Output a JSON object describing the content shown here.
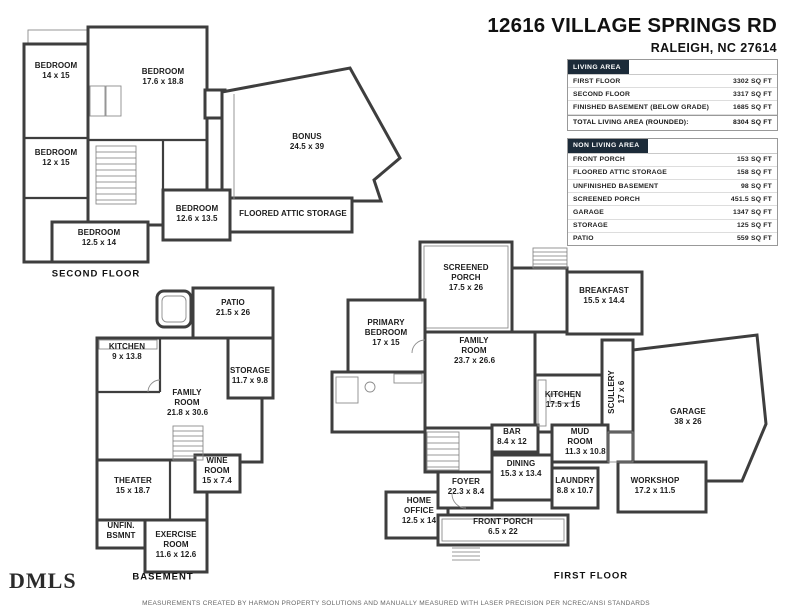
{
  "header": {
    "title": "12616 VILLAGE SPRINGS RD",
    "subtitle": "RALEIGH, NC 27614"
  },
  "colors": {
    "wall": "#3E3E3E",
    "table_header_bg": "#1C2B39"
  },
  "tables": {
    "living": {
      "title": "LIVING AREA",
      "rows": [
        {
          "label": "FIRST FLOOR",
          "value": "3302 SQ FT"
        },
        {
          "label": "SECOND FLOOR",
          "value": "3317 SQ FT"
        },
        {
          "label": "FINISHED BASEMENT (BELOW GRADE)",
          "value": "1685 SQ FT"
        }
      ],
      "total_label": "TOTAL LIVING AREA (ROUNDED):",
      "total_value": "8304 SQ FT"
    },
    "non_living": {
      "title": "NON LIVING AREA",
      "rows": [
        {
          "label": "FRONT PORCH",
          "value": "153 SQ FT"
        },
        {
          "label": "FLOORED ATTIC STORAGE",
          "value": "158 SQ FT"
        },
        {
          "label": "UNFINISHED BASEMENT",
          "value": "98 SQ FT"
        },
        {
          "label": "SCREENED PORCH",
          "value": "451.5 SQ FT"
        },
        {
          "label": "GARAGE",
          "value": "1347 SQ FT"
        },
        {
          "label": "STORAGE",
          "value": "125 SQ FT"
        },
        {
          "label": "PATIO",
          "value": "559 SQ FT"
        }
      ]
    }
  },
  "floors": {
    "second": {
      "label": "SECOND FLOOR",
      "rooms": {
        "b1": {
          "name": "BEDROOM",
          "dims": "14 x 15"
        },
        "b2": {
          "name": "BEDROOM",
          "dims": "17.6 x 18.8"
        },
        "b3": {
          "name": "BEDROOM",
          "dims": "12 x 15"
        },
        "b4": {
          "name": "BEDROOM",
          "dims": "12.6 x 13.5"
        },
        "b5": {
          "name": "BEDROOM",
          "dims": "12.5 x 14"
        },
        "bonus": {
          "name": "BONUS",
          "dims": "24.5 x 39"
        },
        "attic": {
          "name": "FLOORED ATTIC STORAGE"
        }
      }
    },
    "basement": {
      "label": "BASEMENT",
      "rooms": {
        "patio": {
          "name": "PATIO",
          "dims": "21.5 x 26"
        },
        "kitchen": {
          "name": "KITCHEN",
          "dims": "9 x 13.8"
        },
        "storage": {
          "name": "STORAGE",
          "dims": "11.7 x 9.8"
        },
        "family": {
          "name": "FAMILY ROOM",
          "dims": "21.8 x 30.6"
        },
        "wine": {
          "name": "WINE ROOM",
          "dims": "15 x 7.4"
        },
        "theater": {
          "name": "THEATER",
          "dims": "15 x 18.7"
        },
        "unfinished": {
          "name": "UNFIN. BSMNT"
        },
        "exercise": {
          "name": "EXERCISE ROOM",
          "dims": "11.6 x 12.6"
        }
      }
    },
    "first": {
      "label": "FIRST FLOOR",
      "rooms": {
        "screened_porch": {
          "name": "SCREENED PORCH",
          "dims": "17.5 x 26"
        },
        "breakfast": {
          "name": "BREAKFAST",
          "dims": "15.5 x 14.4"
        },
        "primary": {
          "name": "PRIMARY BEDROOM",
          "dims": "17 x 15"
        },
        "family": {
          "name": "FAMILY ROOM",
          "dims": "23.7 x 26.6"
        },
        "kitchen": {
          "name": "KITCHEN",
          "dims": "17.5 x 15"
        },
        "scullery": {
          "name": "SCULLERY",
          "dims": "17 x 6"
        },
        "garage": {
          "name": "GARAGE",
          "dims": "38 x 26"
        },
        "bar": {
          "name": "BAR",
          "dims": "8.4 x 12"
        },
        "mud": {
          "name": "MUD ROOM",
          "dims": "11.3 x 10.8"
        },
        "dining": {
          "name": "DINING",
          "dims": "15.3 x 13.4"
        },
        "foyer": {
          "name": "FOYER",
          "dims": "22.3 x 8.4"
        },
        "laundry": {
          "name": "LAUNDRY",
          "dims": "8.8 x 10.7"
        },
        "workshop": {
          "name": "WORKSHOP",
          "dims": "17.2 x 11.5"
        },
        "office": {
          "name": "HOME OFFICE",
          "dims": "12.5 x 14"
        },
        "front_porch": {
          "name": "FRONT PORCH",
          "dims": "6.5 x 22"
        }
      }
    }
  },
  "footer": {
    "logo": "DMLS",
    "disclaimer": "MEASUREMENTS CREATED BY HARMON PROPERTY SOLUTIONS AND MANUALLY MEASURED WITH LASER PRECISION PER NCREC/ANSI STANDARDS"
  }
}
